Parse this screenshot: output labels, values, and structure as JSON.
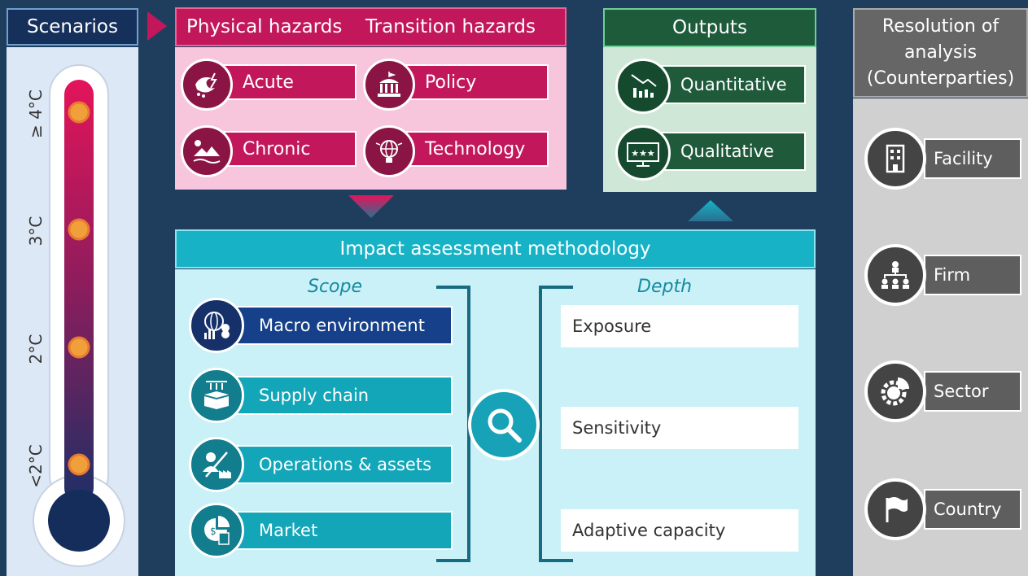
{
  "scenarios": {
    "title": "Scenarios",
    "labels": [
      "≥ 4°C",
      "3°C",
      "2°C",
      "<2°C"
    ]
  },
  "hazards": {
    "physical_title": "Physical hazards",
    "transition_title": "Transition hazards",
    "physical": [
      {
        "label": "Acute",
        "icon": "storm-icon"
      },
      {
        "label": "Chronic",
        "icon": "drought-icon"
      }
    ],
    "transition": [
      {
        "label": "Policy",
        "icon": "government-building-icon"
      },
      {
        "label": "Technology",
        "icon": "lightbulb-globe-icon"
      }
    ]
  },
  "outputs": {
    "title": "Outputs",
    "items": [
      {
        "label": "Quantitative",
        "icon": "declining-chart-icon"
      },
      {
        "label": "Qualitative",
        "icon": "star-rating-icon"
      }
    ]
  },
  "impact": {
    "title": "Impact assessment methodology",
    "scope_title": "Scope",
    "depth_title": "Depth",
    "scope": [
      {
        "label": "Macro environment",
        "icon": "globe-coins-icon"
      },
      {
        "label": "Supply chain",
        "icon": "box-icon"
      },
      {
        "label": "Operations & assets",
        "icon": "worker-factory-icon"
      },
      {
        "label": "Market",
        "icon": "market-chart-icon"
      }
    ],
    "depth": [
      "Exposure",
      "Sensitivity",
      "Adaptive capacity"
    ]
  },
  "resolution": {
    "title_line1": "Resolution of",
    "title_line2": "analysis",
    "title_line3": "(Counterparties)",
    "items": [
      {
        "label": "Facility",
        "icon": "building-icon"
      },
      {
        "label": "Firm",
        "icon": "org-chart-icon"
      },
      {
        "label": "Sector",
        "icon": "gear-pie-icon"
      },
      {
        "label": "Country",
        "icon": "flag-icon"
      }
    ]
  },
  "colors": {
    "background": "#1f3e5e",
    "hazards": "#c2185b",
    "outputs": "#1d5b3a",
    "impact": "#17b2c6",
    "resolution": "#666666",
    "scenarios": "#16305c"
  }
}
